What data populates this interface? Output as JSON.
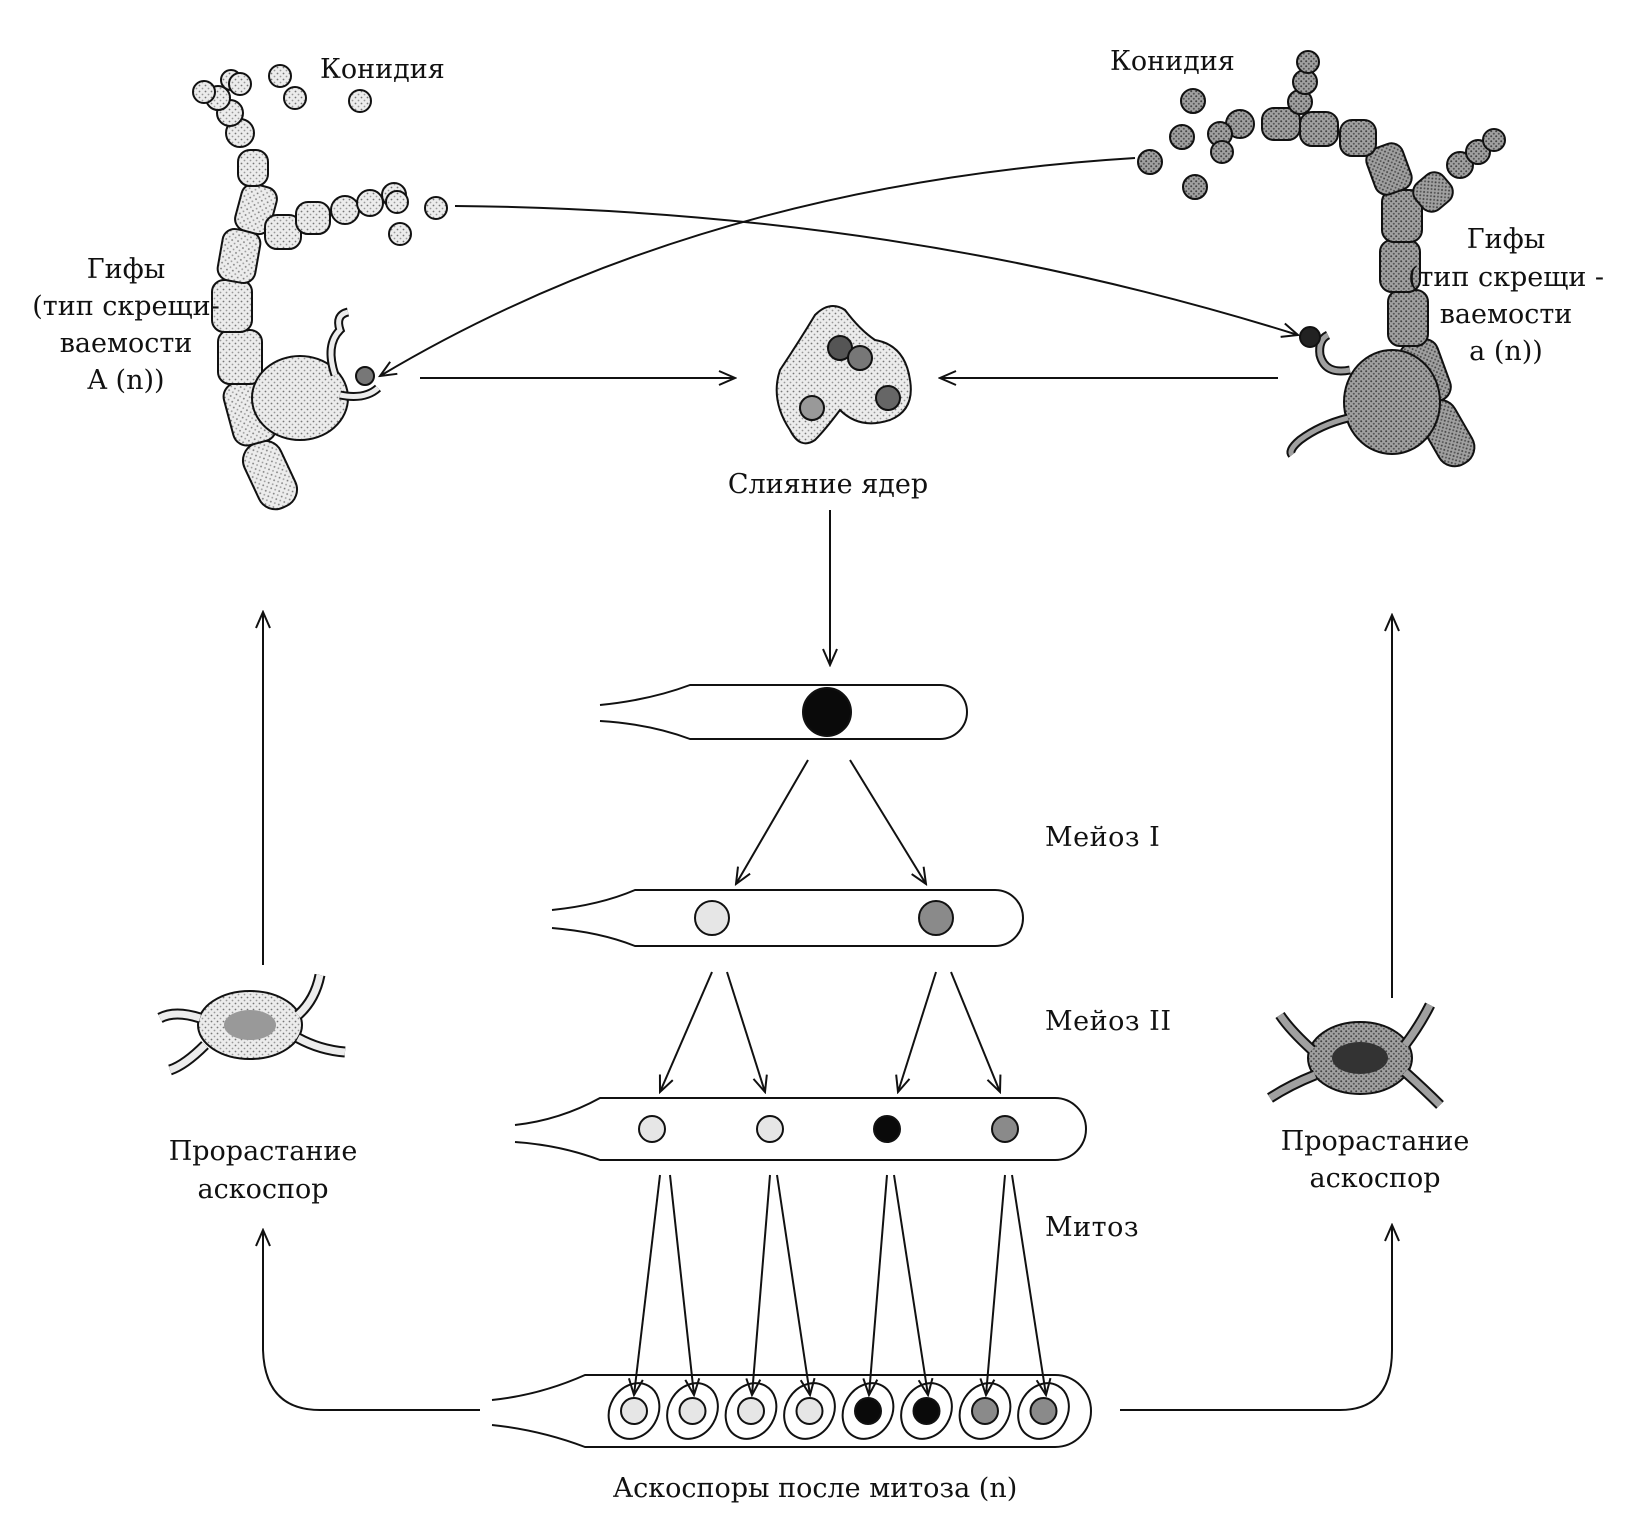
{
  "labels": {
    "conidia_left": "Конидия",
    "conidia_right": "Конидия",
    "hyphae_left": {
      "line1": "Гифы",
      "line2": "(тип скрещи-",
      "line3": "ваемости",
      "line4": "A (n))"
    },
    "hyphae_right": {
      "line1": "Гифы",
      "line2": "(тип скрещи -",
      "line3": "ваемости",
      "line4": "a (n))"
    },
    "fusion": "Слияние ядер",
    "meiosis1": "Мейоз I",
    "meiosis2": "Мейоз II",
    "mitosis": "Митоз",
    "germination_left": {
      "line1": "Прорастание",
      "line2": "аскоспор"
    },
    "germination_right": {
      "line1": "Прорастание",
      "line2": "аскоспор"
    },
    "ascospores": "Аскоспоры после митоза (n)"
  },
  "colors": {
    "ink": "#111111",
    "nucleus_black": "#0a0a0a",
    "nucleus_dark_gray": "#8a8a8a",
    "nucleus_light": "#e6e6e6",
    "hyphae_left_fill": "#e4e4e4",
    "hyphae_right_fill": "#9a9a9a"
  },
  "icons": [
    "hypha-left-icon",
    "hypha-right-icon",
    "conidia-spores-icon",
    "fusion-cell-icon",
    "germinating-ascospore-icon",
    "ascus-icon",
    "nucleus-icon"
  ]
}
